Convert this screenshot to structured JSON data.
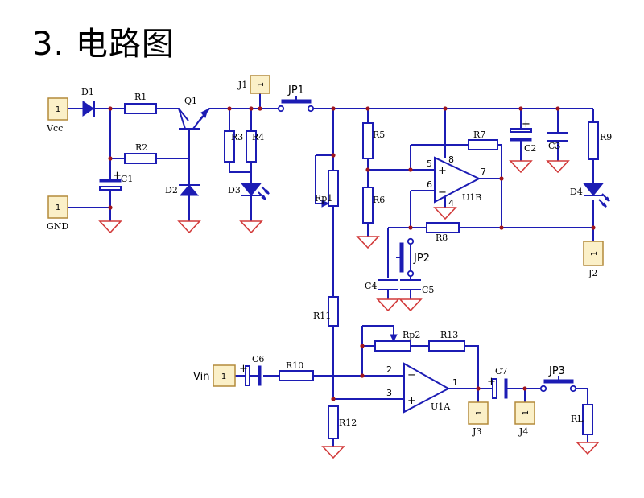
{
  "title": "3. 电路图",
  "connectors": {
    "vcc": {
      "pin": "1",
      "label": "Vcc"
    },
    "gnd": {
      "pin": "1",
      "label": "GND"
    },
    "j1": {
      "pin": "1",
      "label": "J1"
    },
    "j2": {
      "pin": "1",
      "label": "J2"
    },
    "j3": {
      "pin": "1",
      "label": "J3"
    },
    "j4": {
      "pin": "1",
      "label": "J4"
    },
    "vin": {
      "pin": "1",
      "label": "Vin"
    }
  },
  "components": {
    "d1": "D1",
    "r1": "R1",
    "r2": "R2",
    "q1": "Q1",
    "c1": "C1",
    "d2": "D2",
    "r3": "R3",
    "r4": "R4",
    "d3": "D3",
    "jp1": "JP1",
    "rp1": "Rp1",
    "r5": "R5",
    "r6": "R6",
    "r7": "R7",
    "r8": "R8",
    "u1b": "U1B",
    "c2": "C2",
    "c3": "C3",
    "r9": "R9",
    "d4": "D4",
    "jp2": "JP2",
    "c4": "C4",
    "c5": "C5",
    "r11": "R11",
    "r12": "R12",
    "rp2": "Rp2",
    "r13": "R13",
    "c6": "C6",
    "r10": "R10",
    "u1a": "U1A",
    "c7": "C7",
    "jp3": "JP3",
    "rl": "RL"
  },
  "pins": {
    "u1b_p5": "5",
    "u1b_p6": "6",
    "u1b_p8": "8",
    "u1b_p4": "4",
    "u1b_p7": "7",
    "u1a_p2": "2",
    "u1a_p3": "3",
    "u1a_p1": "1",
    "u1b_plus": "+",
    "u1b_minus": "−",
    "u1a_plus": "+",
    "u1a_minus": "−",
    "c1_plus": "+",
    "c2_plus": "+",
    "c6_plus": "+",
    "c7_plus": "+"
  }
}
